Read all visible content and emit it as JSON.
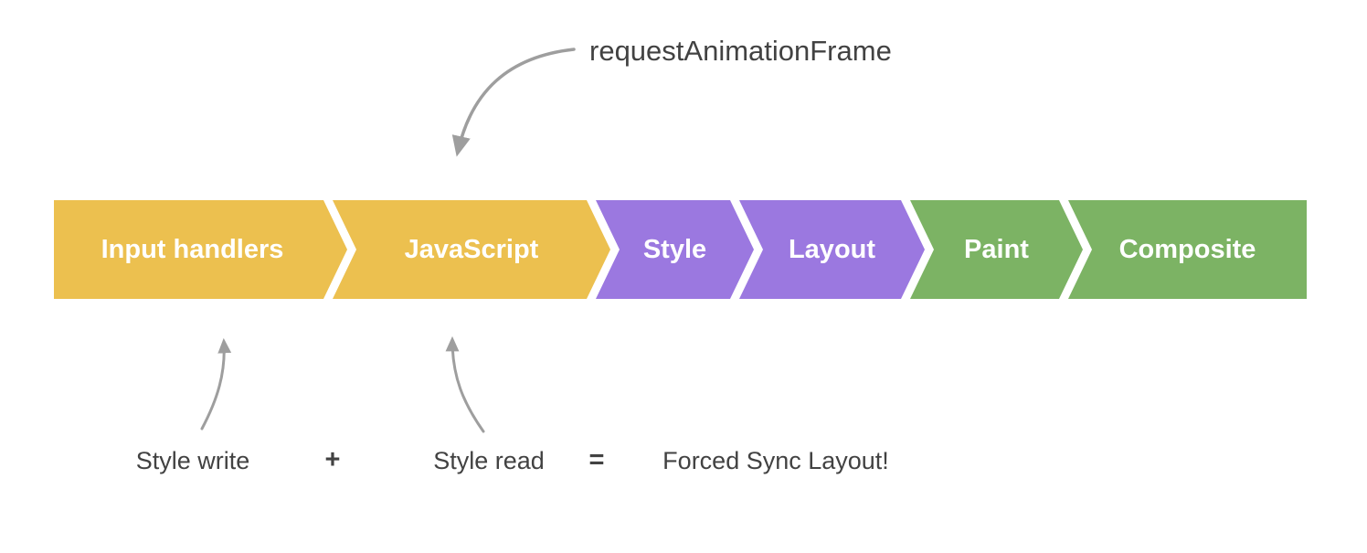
{
  "diagram": {
    "raf_label": "requestAnimationFrame",
    "pipeline": [
      {
        "label": "Input handlers",
        "color": "#ecc04f"
      },
      {
        "label": "JavaScript",
        "color": "#ecc04f"
      },
      {
        "label": "Style",
        "color": "#9b78e0"
      },
      {
        "label": "Layout",
        "color": "#9b78e0"
      },
      {
        "label": "Paint",
        "color": "#7cb364"
      },
      {
        "label": "Composite",
        "color": "#7cb364"
      }
    ],
    "equation": {
      "style_write": "Style write",
      "plus": "+",
      "style_read": "Style read",
      "equals": "=",
      "result": "Forced Sync Layout!"
    },
    "colors": {
      "yellow": "#ecc04f",
      "purple": "#9b78e0",
      "green": "#7cb364",
      "arrow": "#9e9e9e",
      "segment_label_text": "#ffffff",
      "annotation_text": "#424242"
    }
  }
}
